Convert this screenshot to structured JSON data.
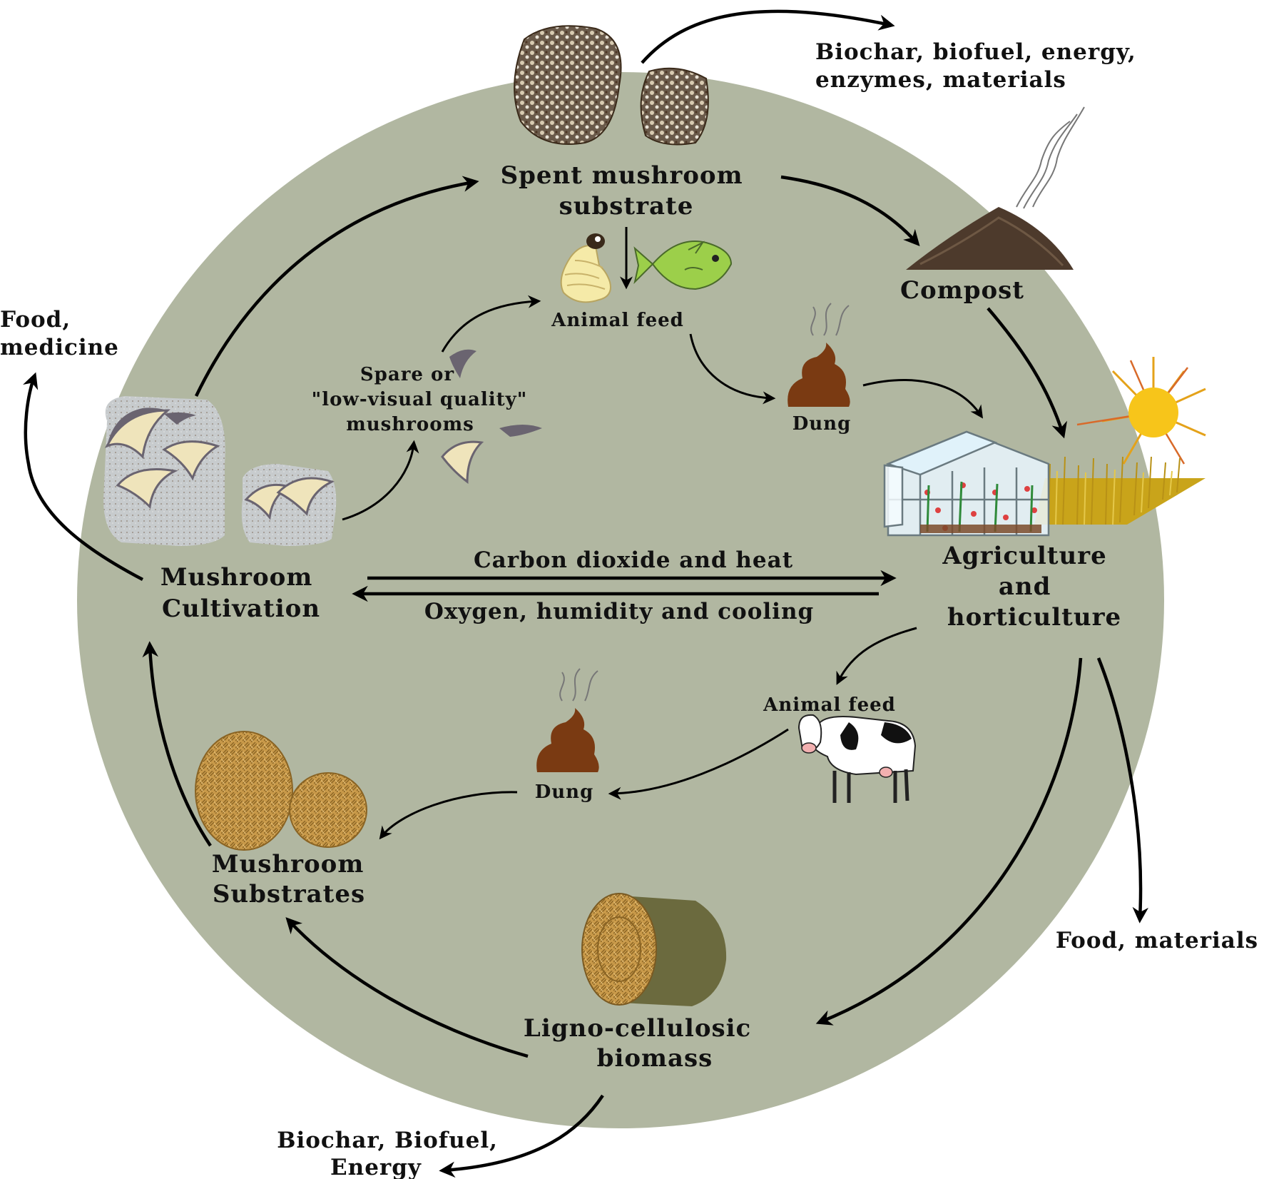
{
  "colors": {
    "circle": "#b1b7a1",
    "text": "#111111",
    "arrow": "#000000",
    "dung": "#7a3a12",
    "sun": "#f7c51a",
    "compost": "#4d3a2c",
    "hay": "#c59a4a",
    "mushroom_block": "#c9cdd0",
    "greenhouse": "#eaf7ff"
  },
  "icons": [
    "spent-substrate-photo-icon",
    "larva-icon",
    "fish-icon",
    "compost-pile-icon",
    "steam-icon",
    "sun-icon",
    "greenhouse-icon",
    "wheat-field-icon",
    "oyster-mushroom-icon",
    "dung-icon",
    "cow-icon",
    "straw-bale-icon",
    "hay-roll-icon"
  ],
  "labels": {
    "top_right_products": [
      "Biochar, biofuel, energy,",
      "enzymes, materials"
    ],
    "spent_substrate": [
      "Spent mushroom",
      "substrate"
    ],
    "compost": "Compost",
    "food_medicine": [
      "Food,",
      "medicine"
    ],
    "animal_feed_top": "Animal feed",
    "spare_mushrooms": [
      "Spare or",
      "\"low-visual quality\"",
      "mushrooms"
    ],
    "dung_top": "Dung",
    "mushroom_cultivation": [
      "Mushroom",
      "Cultivation"
    ],
    "co2_heat": "Carbon dioxide and heat",
    "oxygen_cooling": "Oxygen, humidity and cooling",
    "agriculture": [
      "Agriculture",
      "and",
      "horticulture"
    ],
    "animal_feed_bottom": "Animal feed",
    "dung_bottom": "Dung",
    "mushroom_substrates": [
      "Mushroom",
      "Substrates"
    ],
    "food_materials": "Food, materials",
    "ligno": [
      "Ligno-cellulosic",
      "biomass"
    ],
    "bottom_products": [
      "Biochar, Biofuel,",
      "Energy"
    ]
  }
}
